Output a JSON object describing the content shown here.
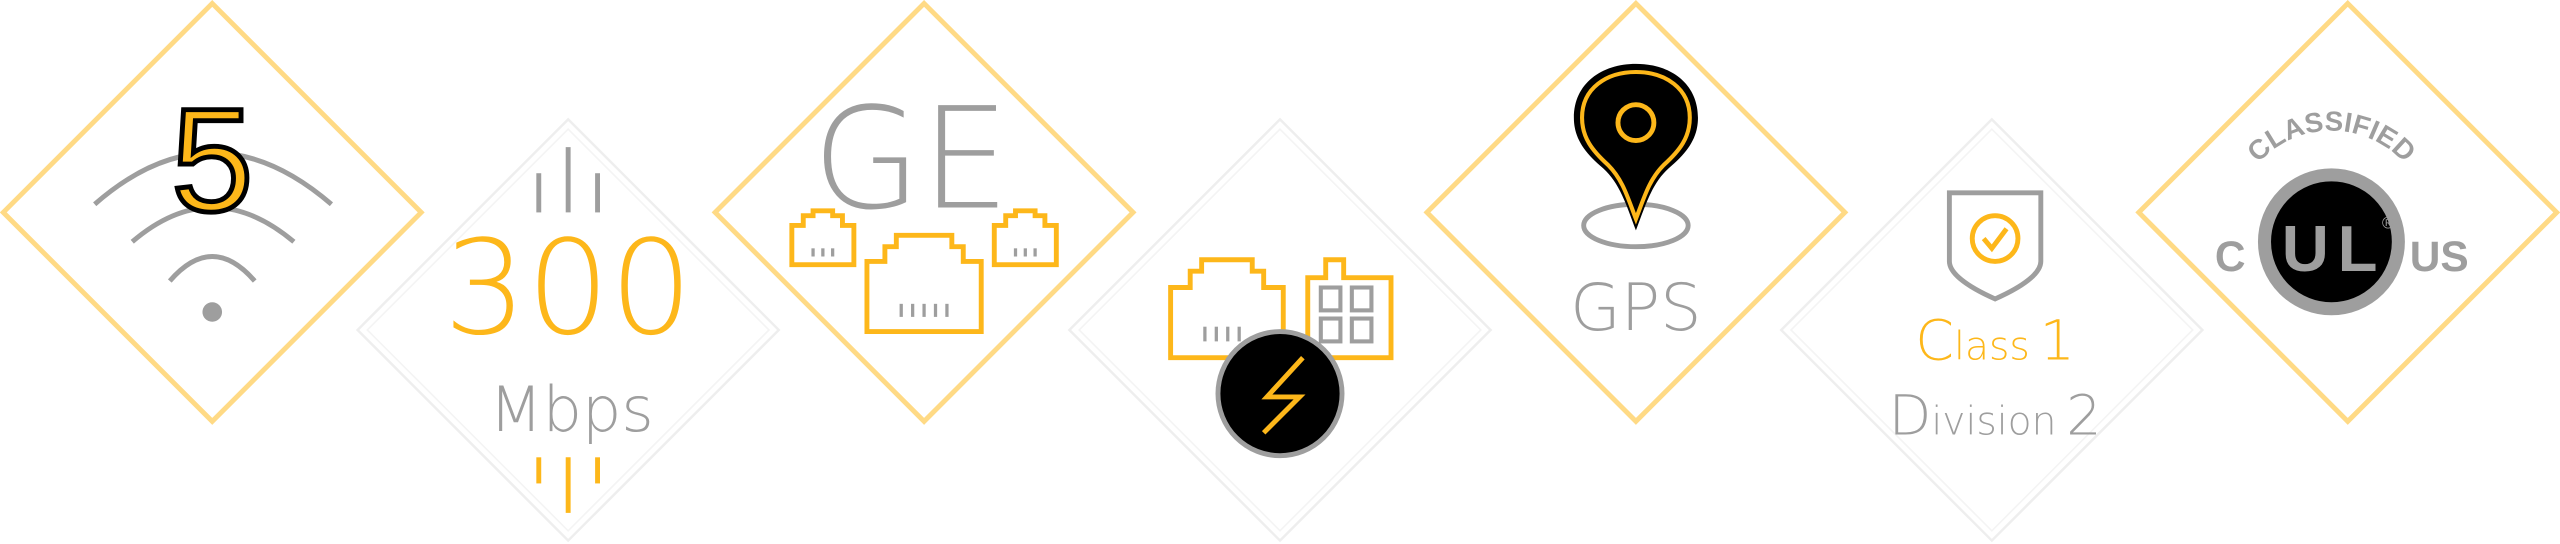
{
  "colors": {
    "accent": "#FDB71A",
    "gray": "#9E9E9E",
    "border": "#FFDA85",
    "border_light": "#EEEEEE",
    "black": "#000000"
  },
  "badges": [
    {
      "id": "wifi",
      "icon": "wifi-icon",
      "text": "5"
    },
    {
      "id": "speed",
      "value": "300",
      "unit": "Mbps"
    },
    {
      "id": "ethernet",
      "icon": "ethernet-port-icon",
      "text": "GE"
    },
    {
      "id": "poe",
      "icon": "power-over-ethernet-icon"
    },
    {
      "id": "gps",
      "icon": "map-pin-icon",
      "text": "GPS"
    },
    {
      "id": "hazloc",
      "icon": "shield-check-icon",
      "line1_initial": "C",
      "line1_rest": "lass",
      "line1_num": "1",
      "line2_initial": "D",
      "line2_rest": "ivision",
      "line2_num": "2"
    },
    {
      "id": "ul",
      "icon": "ul-classified-logo",
      "arc_text": "CLASSIFIED",
      "left": "C",
      "right": "US",
      "mark_u": "U",
      "mark_l": "L",
      "registered": "®"
    }
  ]
}
